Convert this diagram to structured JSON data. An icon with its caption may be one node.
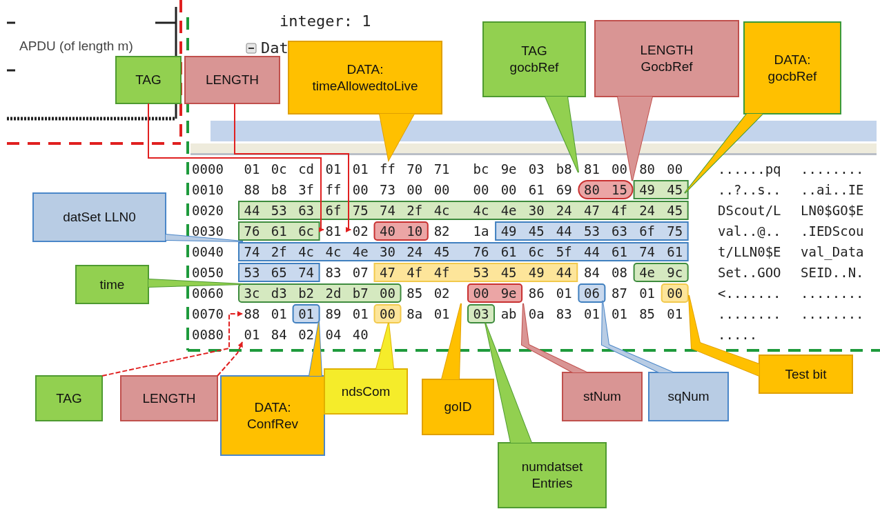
{
  "diagram": {
    "nodes": [
      {
        "text": [
          "TAG"
        ]
      },
      {
        "text": [
          "LENGTH"
        ]
      },
      {
        "text": [
          "DATA: timeAllowedtoLive"
        ]
      },
      {
        "text": [
          "TAG gocbRef"
        ]
      },
      {
        "text": [
          "LENGTH GocbRef"
        ]
      },
      {
        "text": [
          "DATA: gocbRef"
        ]
      },
      {
        "text": [
          "datSet LLN0"
        ]
      },
      {
        "text": [
          "time"
        ]
      },
      {
        "text": [
          "Test bit"
        ]
      },
      {
        "text": [
          "TAG"
        ]
      },
      {
        "text": [
          "LENGTH"
        ]
      },
      {
        "text": [
          "DATA: ConfRev"
        ]
      },
      {
        "text": [
          "ndsCom"
        ]
      },
      {
        "text": [
          "goID"
        ]
      },
      {
        "text": [
          "numdatset Entries"
        ]
      },
      {
        "text": [
          "stNum"
        ]
      },
      {
        "text": [
          "sqNum"
        ]
      },
      {
        "text": [
          "81"
        ]
      },
      {
        "text": [
          "02"
        ]
      },
      {
        "text": [
          "88"
        ]
      },
      {
        "text": [
          "01"
        ]
      }
    ],
    "edges": [
      {
        "from": 0,
        "to": 17,
        "arrow": "to"
      },
      {
        "from": 1,
        "to": 18,
        "arrow": "to"
      },
      {
        "from": 9,
        "to": 19,
        "arrow": "to",
        "style": "dashed"
      },
      {
        "from": 10,
        "to": 20,
        "arrow": "to",
        "style": "dashed"
      }
    ],
    "labels": [
      "integer: 1",
      "APDU (of length m)",
      "Dat",
      "0000",
      "01",
      "0c",
      "cd",
      "01",
      "01",
      "ff",
      "70",
      "71",
      "bc",
      "9e",
      "03",
      "b8",
      "81",
      "00",
      "80",
      "00",
      "......pq",
      "........",
      "0010",
      "88",
      "b8",
      "3f",
      "ff",
      "00",
      "73",
      "00",
      "00",
      "00",
      "00",
      "61",
      "69",
      "80",
      "15",
      "49",
      "45",
      "..?..s..",
      "..ai..IE",
      "0020",
      "44",
      "53",
      "63",
      "6f",
      "75",
      "74",
      "2f",
      "4c",
      "4c",
      "4e",
      "30",
      "24",
      "47",
      "4f",
      "24",
      "45",
      "DScout/L",
      "LN0$GO$E",
      "0030",
      "76",
      "61",
      "6c",
      "40",
      "10",
      "82",
      "1a",
      "49",
      "45",
      "44",
      "53",
      "63",
      "6f",
      "75",
      "val..@..",
      ".IEDScou",
      "0040",
      "74",
      "2f",
      "4c",
      "4c",
      "4e",
      "30",
      "24",
      "45",
      "76",
      "61",
      "6c",
      "5f",
      "44",
      "61",
      "74",
      "61",
      "t/LLN0$E",
      "val_Data",
      "0050",
      "53",
      "65",
      "74",
      "83",
      "07",
      "47",
      "4f",
      "4f",
      "53",
      "45",
      "49",
      "44",
      "84",
      "08",
      "4e",
      "9c",
      "Set..GOO",
      "SEID..N.",
      "0060",
      "3c",
      "d3",
      "b2",
      "2d",
      "b7",
      "00",
      "85",
      "02",
      "00",
      "9e",
      "86",
      "01",
      "06",
      "87",
      "01",
      "00",
      "<.......",
      "........",
      "0070",
      "01",
      "01",
      "89",
      "01",
      "00",
      "8a",
      "01",
      "03",
      "ab",
      "0a",
      "83",
      "01",
      "01",
      "85",
      "01",
      "........",
      "........",
      "0080",
      "84",
      "02",
      "04",
      "40",
      "....."
    ]
  }
}
